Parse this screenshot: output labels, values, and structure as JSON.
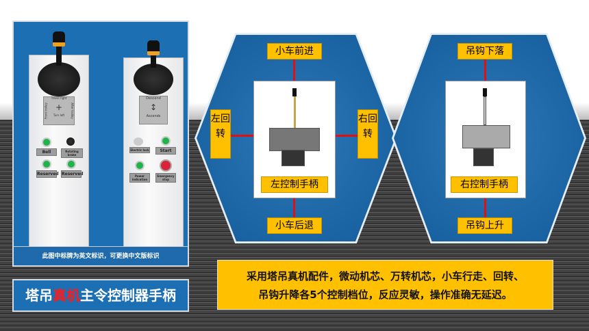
{
  "left_panel": {
    "caption": "此图中标牌为英文标识，可更换中文版标识",
    "controller_left": {
      "plate_top": "Travel right",
      "plate_left": "Front trolley",
      "plate_right": "After trolley",
      "plate_bottom": "Turn left",
      "buttons": [
        "Bell",
        "Rotating brake",
        "Reserved",
        "Reserved"
      ]
    },
    "controller_right": {
      "plate_top": "Descend",
      "plate_bottom": "Ascends",
      "buttons": [
        "Electric lock",
        "Start",
        "Power indication",
        "Emergency stop"
      ]
    }
  },
  "title": {
    "part1": "塔吊",
    "highlight": "真机",
    "part2": "主令控制器手柄",
    "highlight_color": "#ff1a1a"
  },
  "left_hex": {
    "top": "小车前进",
    "left": "左回转",
    "right": "右回转",
    "center": "左控制手柄",
    "bottom": "小车后退"
  },
  "right_hex": {
    "top": "吊钩下落",
    "center": "右控制手柄",
    "bottom": "吊钩上升"
  },
  "description": {
    "line1": "采用塔吊真机配件，微动机芯、万转机芯，小车行走、回转、",
    "line2": "吊钩升降各5个控制档位，反应灵敏，操作准确无延迟。"
  },
  "colors": {
    "panel_blue": "#1d6fb3",
    "label_yellow": "#ffc000",
    "accent_red": "#e01010"
  }
}
